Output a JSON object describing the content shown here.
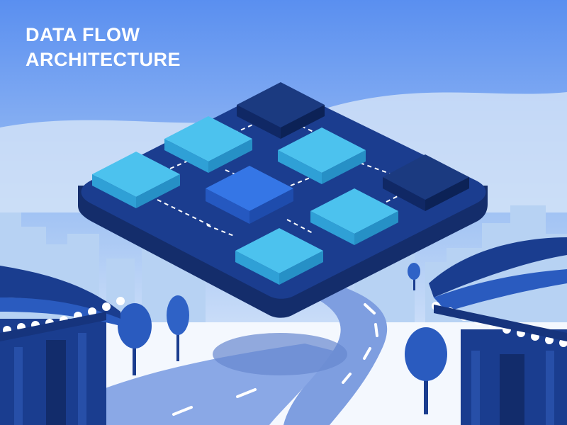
{
  "headline": {
    "line1": "DATA FLOW",
    "line2": "ARCHITECTURE"
  },
  "palette": {
    "sky_top": "#5a8ff0",
    "sky_bottom": "#eaf2fc",
    "platform": "#1b3d8f",
    "platform_side": "#142d6b",
    "tile_light": "#4cc2ee",
    "tile_center": "#3576e6",
    "tile_dark": "#1b3a80",
    "road": "#7e9ee0",
    "roof": "#1a3d8f"
  },
  "icons": {
    "scene": "isometric-platform-illustration"
  }
}
